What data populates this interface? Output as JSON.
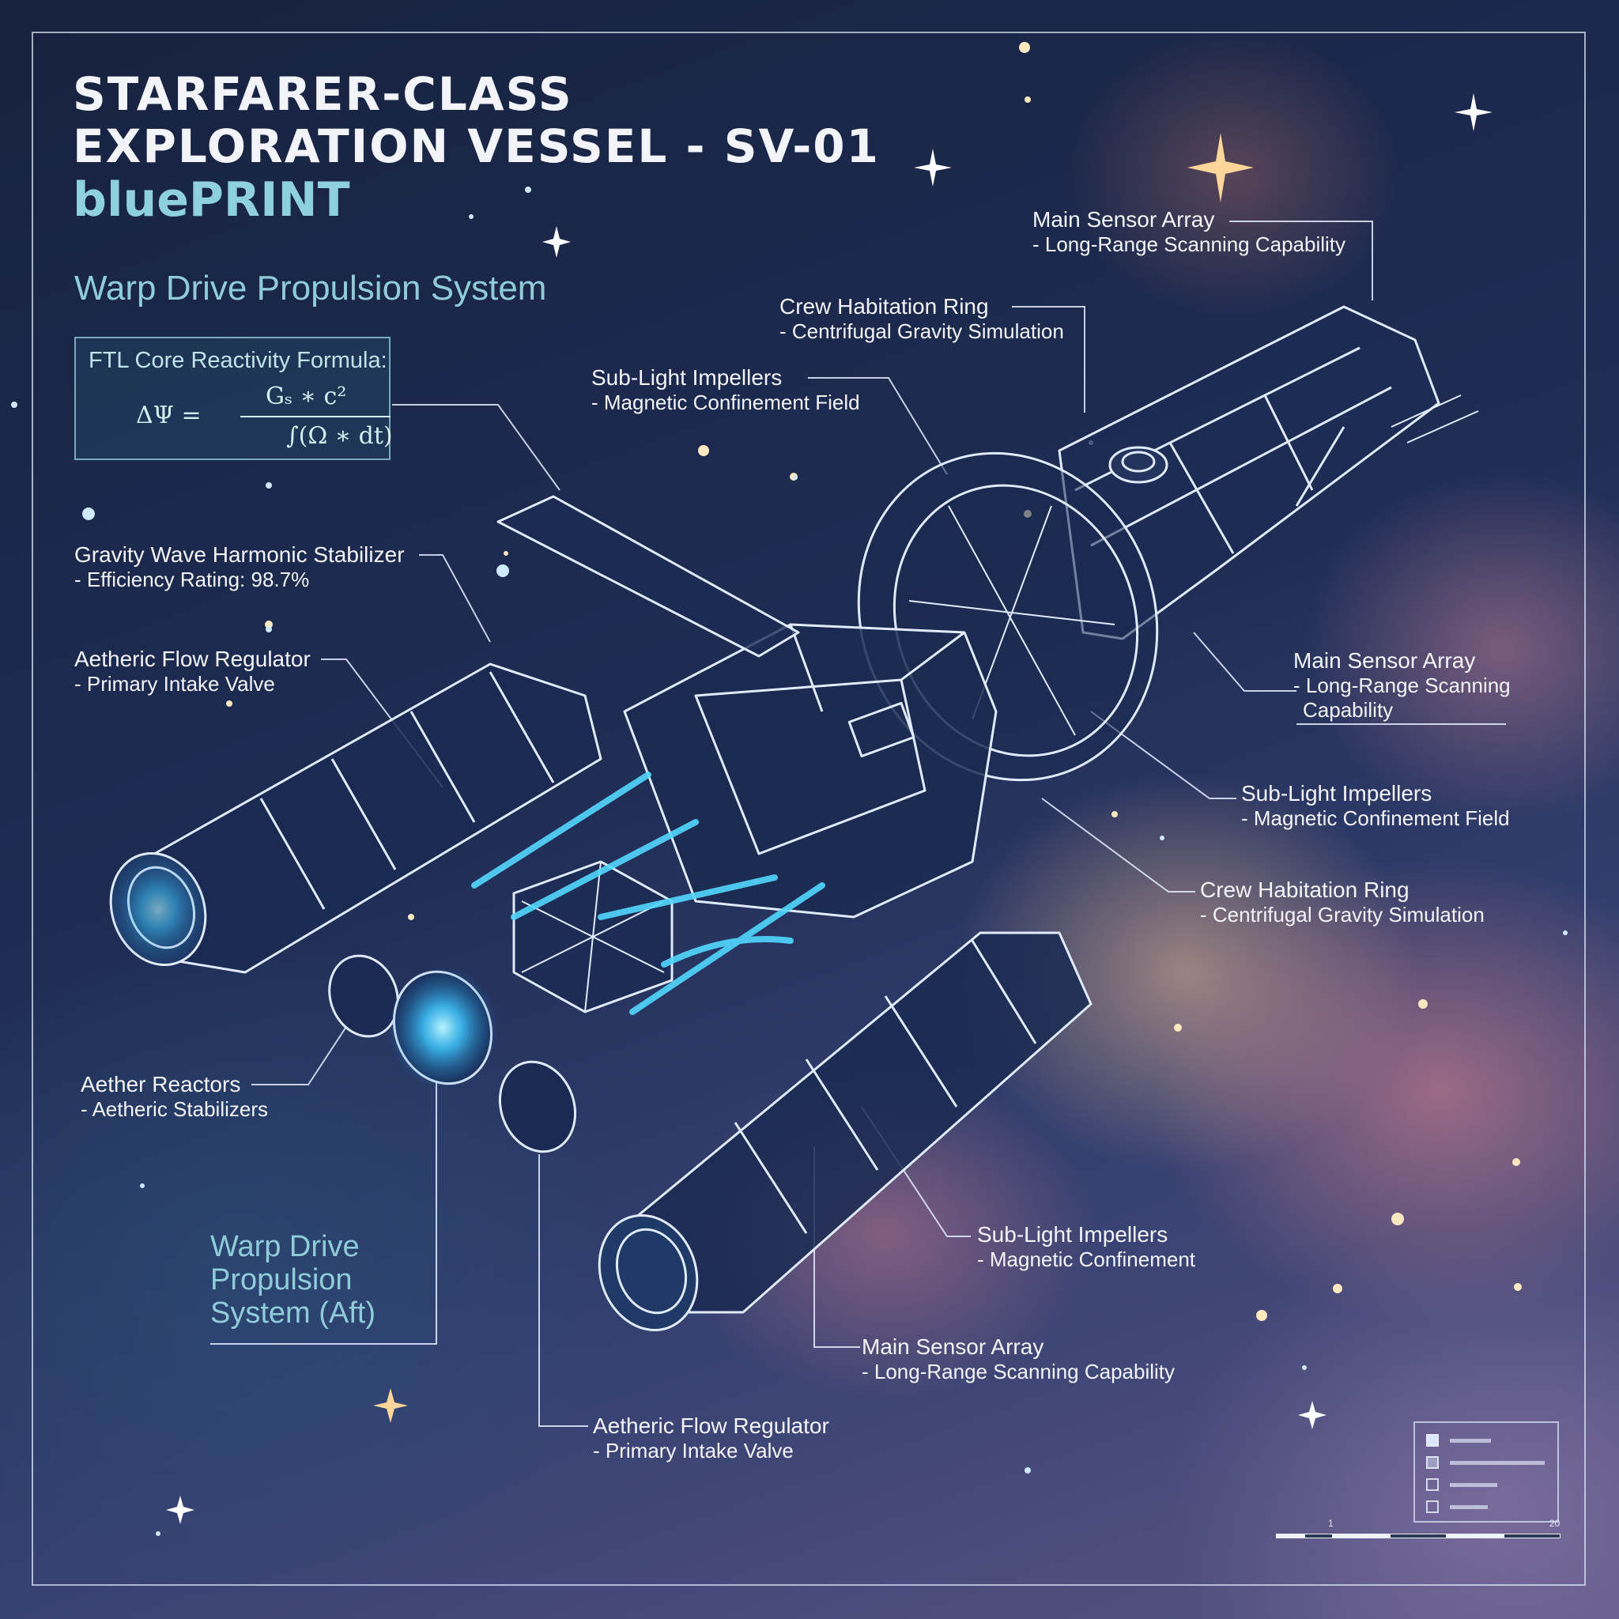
{
  "header": {
    "title_line1": "STARFARER-CLASS",
    "title_line2": "EXPLORATION VESSEL - SV-01",
    "subtitle": "bluePRINT",
    "section_heading": "Warp Drive Propulsion System"
  },
  "formula": {
    "label": "FTL Core Reactivity Formula:",
    "lhs": "ΔΨ =",
    "numerator": "Gₛ ∗ c²",
    "denominator": "∫(Ω ∗ dt)"
  },
  "callouts": [
    {
      "title": "Main Sensor Array",
      "detail": "- Long-Range Scanning Capability"
    },
    {
      "title": "Crew Habitation Ring",
      "detail": "- Centrifugal Gravity Simulation"
    },
    {
      "title": "Sub-Light Impellers",
      "detail": "- Magnetic Confinement Field"
    },
    {
      "title": "Gravity Wave Harmonic Stabilizer",
      "detail": "- Efficiency Rating: 98.7%"
    },
    {
      "title": "Aetheric Flow Regulator",
      "detail": "- Primary Intake Valve"
    },
    {
      "title": "Main Sensor Array",
      "detail": "- Long-Range Scanning",
      "detail2": "Capability"
    },
    {
      "title": "Sub-Light Impellers",
      "detail": "- Magnetic Confinement Field"
    },
    {
      "title": "Crew Habitation Ring",
      "detail": "- Centrifugal Gravity Simulation"
    },
    {
      "title": "Aether Reactors",
      "detail": "- Aetheric Stabilizers"
    },
    {
      "title": "Sub-Light Impellers",
      "detail": "- Magnetic Confinement"
    },
    {
      "title": "Main Sensor Array",
      "detail": "- Long-Range Scanning Capability"
    },
    {
      "title": "Aetheric Flow Regulator",
      "detail": "- Primary Intake Valve"
    }
  ],
  "aft_label": {
    "line1": "Warp Drive",
    "line2": "Propulsion",
    "line3": "System (Aft)"
  },
  "scale_bar": {
    "tick_left": "1",
    "tick_right": "20"
  },
  "colors": {
    "blueprint_line": "#dfeaff",
    "accent_cyan": "#8fcbd9",
    "glow": "#4fd6ff"
  }
}
